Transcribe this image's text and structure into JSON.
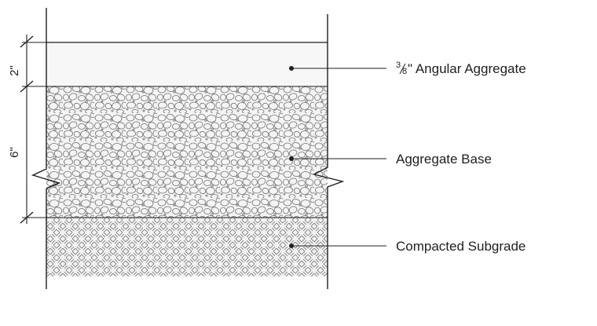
{
  "layers": [
    {
      "id": "top",
      "fraction": "3⁄8",
      "label": "\" Angular Aggregate",
      "fraction_num": "3",
      "fraction_den": "8"
    },
    {
      "id": "base",
      "label": "Aggregate Base"
    },
    {
      "id": "subgrade",
      "label": "Compacted Subgrade"
    }
  ],
  "dimensions": {
    "top_thickness": "2\"",
    "base_thickness": "6\""
  },
  "colors": {
    "line": "#1f1f1f",
    "top_fill": "#f7f7f7",
    "base_fill": "#f3f3f3",
    "subgrade_fill": "#f1f1f1",
    "pattern": "#7a7a7a"
  }
}
